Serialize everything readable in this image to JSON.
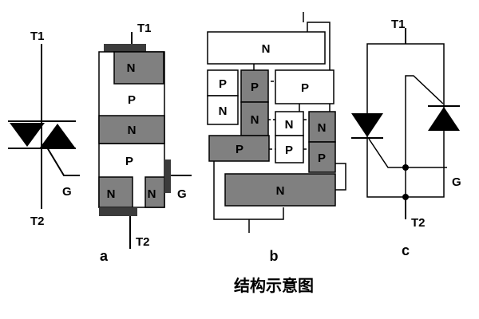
{
  "colors": {
    "dark_layer": "#808080",
    "light_layer": "#ffffff",
    "electrode": "#3c3c3c",
    "line": "#000000"
  },
  "symbol": {
    "t1": "T1",
    "t2": "T2",
    "g": "G"
  },
  "panel_a": {
    "caption": "a",
    "t1": "T1",
    "t2": "T2",
    "g": "G",
    "layers": [
      "N",
      "P",
      "N",
      "P",
      "N",
      "N"
    ]
  },
  "panel_b": {
    "caption": "b",
    "top_n": "N",
    "left": [
      "P",
      "N"
    ],
    "p_gray": "P",
    "n_gray": "N",
    "p_right": "P",
    "n_mid": "N",
    "n_gray_right": "N",
    "p_bottom": "P",
    "p_gray_right": "P",
    "p_big": "P",
    "n_bottom": "N"
  },
  "panel_c": {
    "caption": "c",
    "t1": "T1",
    "t2": "T2",
    "g": "G"
  },
  "figure_title": "结构示意图"
}
